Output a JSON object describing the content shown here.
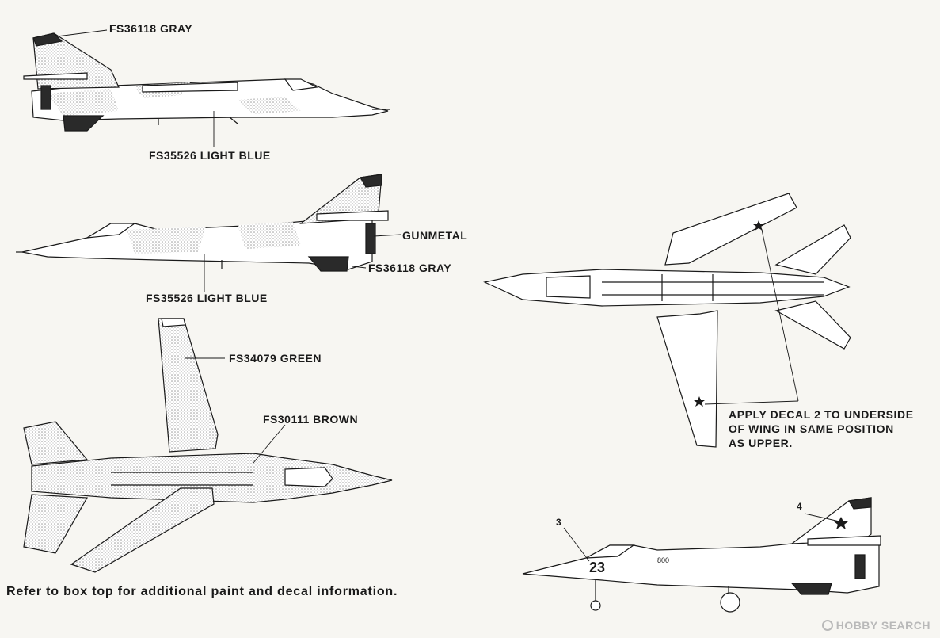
{
  "callouts": {
    "side1_top_gray": "FS36118  GRAY",
    "side1_light_blue": "FS35526  LIGHT  BLUE",
    "side2_gunmetal": "GUNMETAL",
    "side2_gray": "FS36118  GRAY",
    "side2_light_blue": "FS35526  LIGHT  BLUE",
    "top_green": "FS34079  GREEN",
    "top_brown": "FS30111  BROWN"
  },
  "underside_note": {
    "line1": "APPLY  DECAL  2  TO  UNDERSIDE",
    "line2": "OF  WING  IN  SAME    POSITION",
    "line3": "AS  UPPER."
  },
  "decal_numbers": {
    "nose_callout": "3",
    "tail_callout": "4",
    "nose_number": "23",
    "fuselage_serial": "800"
  },
  "footer": "Refer to box top for additional paint and decal information.",
  "watermark": {
    "brand": "HOBBY SEARCH"
  },
  "colors": {
    "ink": "#1a1a1a",
    "camo_gray": "#cfcfcf",
    "camo_dark": "#2a2a2a",
    "paper": "#f7f6f2",
    "watermark": "#b9b9b9"
  }
}
